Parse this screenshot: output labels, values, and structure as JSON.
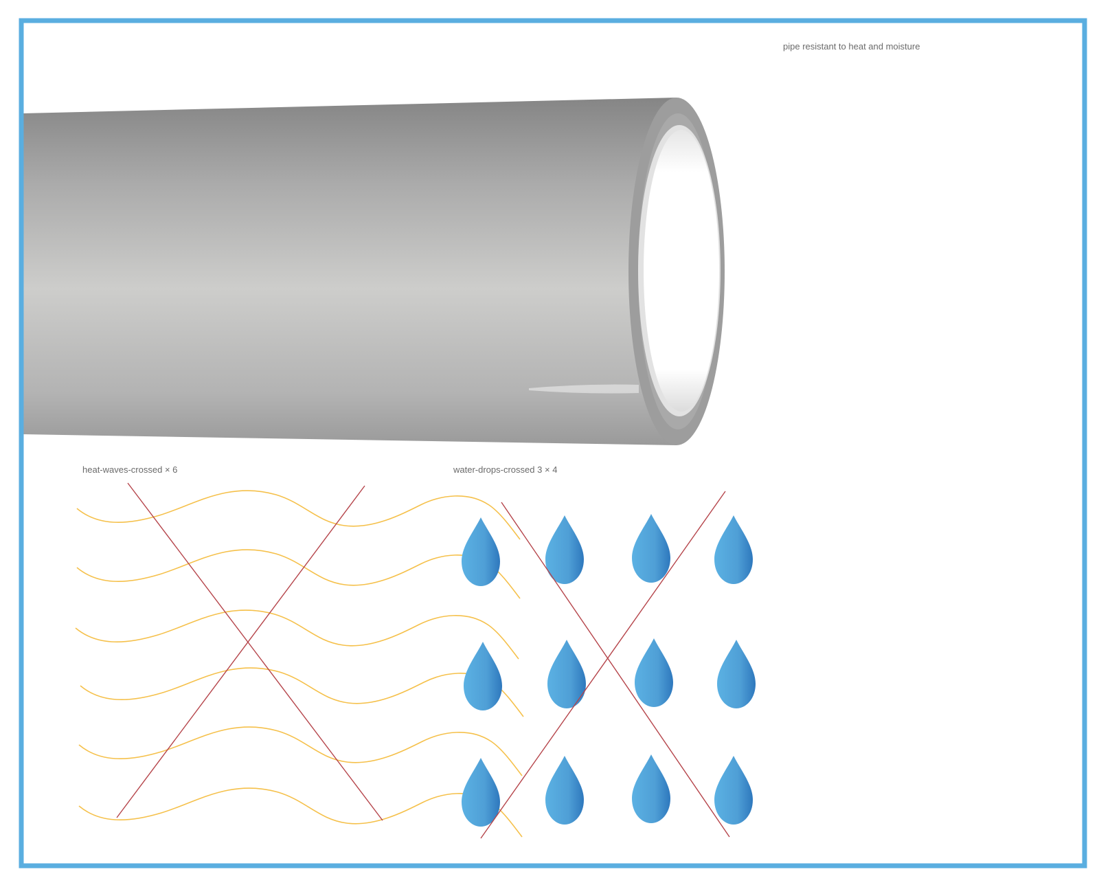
{
  "illustration": {
    "subject": "pipe resistant to heat and moisture",
    "colors": {
      "frame": "#5aaee0",
      "pipe_dark": "#8a8a8a",
      "pipe_light": "#cfcfcd",
      "pipe_rim": "#9c9c9c",
      "pipe_bore": "#ffffff",
      "heat_wave": "#f5c04a",
      "cross_line": "#b5444a",
      "drop_light": "#5bb1e3",
      "drop_dark": "#2e78bd"
    },
    "heat_panel": {
      "label": "heat-waves-crossed",
      "wave_count": 6,
      "crossed": true
    },
    "water_panel": {
      "label": "water-drops-crossed",
      "rows": 3,
      "columns": 4,
      "crossed": true
    }
  }
}
